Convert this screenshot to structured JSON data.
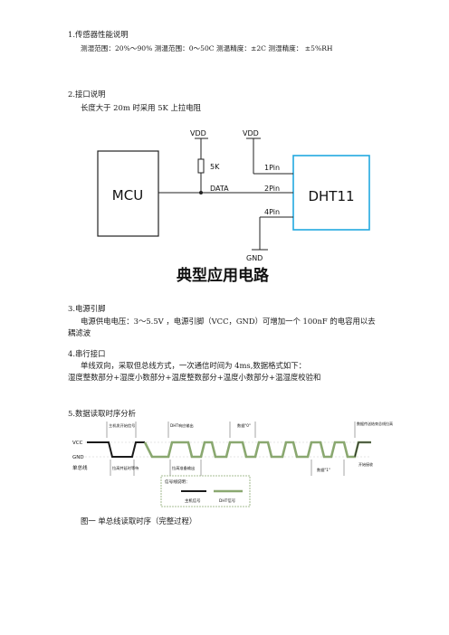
{
  "sections": {
    "s1": {
      "heading": "1.传感器性能说明",
      "line": "测湿范围：20%～90%   测温范围：0～50C   测温精度：±2C  测湿精度：  ±5%RH"
    },
    "s2": {
      "heading": "2.接口说明",
      "line": "长度大于 20m 时采用 5K 上拉电阻"
    },
    "circuit": {
      "vdd_left": "VDD",
      "vdd_right": "VDD",
      "resistor": "5K",
      "mcu": "MCU",
      "data": "DATA",
      "pin1": "1Pin",
      "pin2": "2Pin",
      "pin4": "4Pin",
      "chip": "DHT11",
      "gnd": "GND",
      "caption": "典型应用电路"
    },
    "s3": {
      "heading": "3.电源引脚",
      "line1": "电源供电电压：3～5.5V ，电源引脚（VCC，GND）可增加一个  100nF 的电容用以去",
      "line2": "耦滤波"
    },
    "s4": {
      "heading": "4.串行接口",
      "line1": "单线双向，采取但总线方式，一次通信时间为 4ms,数据格式如下：",
      "line2": "湿度整数部分+湿度小数部分+温度整数部分+温度小数部分+温湿度校验和"
    },
    "s5": {
      "heading": "5.数据读取时序分析"
    },
    "timing": {
      "vcc": "VCC",
      "gnd": "GND",
      "bus": "单总线",
      "ann_host_start": "主机发开始信号",
      "ann_dht_resp": "DHT响应输出",
      "ann_data0": "数据\"0\"",
      "ann_end": "数据传送结束总线拉高",
      "ann_host_pull": "拉高并延时等待",
      "ann_dht_pull": "拉高准备输出",
      "ann_data1": "数据\"1\"",
      "ann_end2": "开始接收",
      "legend_title": "信号线说明：",
      "legend_host": "主机信号",
      "legend_dht": "DHT信号",
      "colors": {
        "host": "#1a1a1a",
        "dht": "#8aa870"
      }
    },
    "figure_caption": "图一   单总线读取时序（完整过程）"
  }
}
